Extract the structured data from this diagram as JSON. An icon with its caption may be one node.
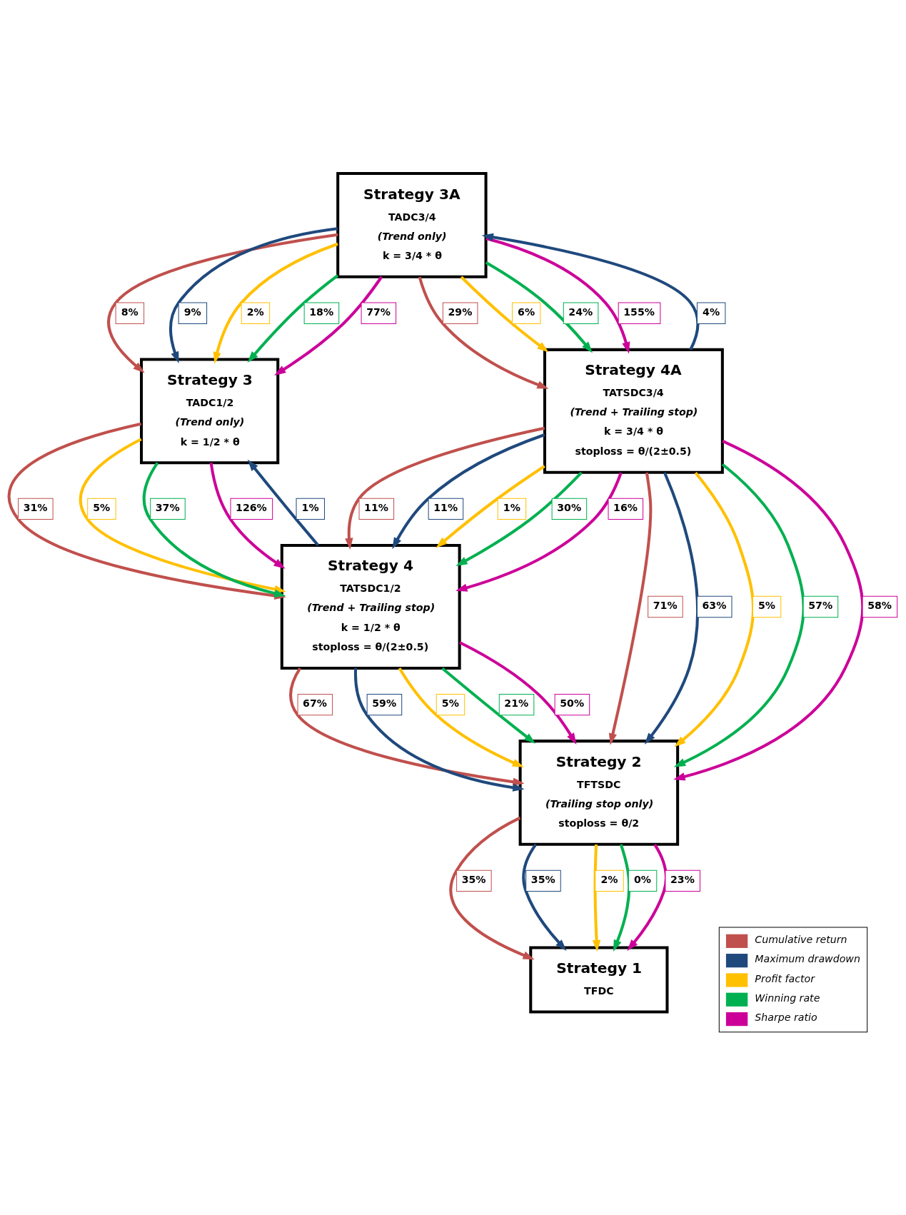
{
  "diagram": {
    "nodes": [
      {
        "text": [
          "Strategy 3A",
          "TADC3/4",
          "(Trend only)",
          "k = 3/4 * θ"
        ]
      },
      {
        "text": [
          "Strategy 3",
          "TADC1/2",
          "(Trend only)",
          "k = 1/2 * θ"
        ]
      },
      {
        "text": [
          "Strategy 4A",
          "TATSDC3/4",
          "(Trend + Trailing stop)",
          "k = 3/4 * θ",
          "stoploss = θ/(2±0.5)"
        ]
      },
      {
        "text": [
          "Strategy 4",
          "TATSDC1/2",
          "(Trend + Trailing stop)",
          "k = 1/2 * θ",
          "stoploss = θ/(2±0.5)"
        ]
      },
      {
        "text": [
          "Strategy 2",
          "TFTSDC",
          "(Trailing stop only)",
          "stoploss = θ/2"
        ]
      },
      {
        "text": [
          "Strategy 1",
          "TFDC"
        ]
      }
    ],
    "edges": [
      {
        "from": 0,
        "to": 1,
        "arrow": "to",
        "label": "8%",
        "color": "#c0504d"
      },
      {
        "from": 0,
        "to": 1,
        "arrow": "to",
        "label": "9%",
        "color": "#1f497d"
      },
      {
        "from": 0,
        "to": 1,
        "arrow": "to",
        "label": "2%",
        "color": "#ffc000"
      },
      {
        "from": 0,
        "to": 1,
        "arrow": "to",
        "label": "18%",
        "color": "#00b050"
      },
      {
        "from": 0,
        "to": 1,
        "arrow": "to",
        "label": "77%",
        "color": "#cc0099"
      },
      {
        "from": 0,
        "to": 2,
        "arrow": "to",
        "label": "29%",
        "color": "#c0504d"
      },
      {
        "from": 2,
        "to": 0,
        "arrow": "to",
        "label": "4%",
        "color": "#1f497d"
      },
      {
        "from": 0,
        "to": 2,
        "arrow": "to",
        "label": "6%",
        "color": "#ffc000"
      },
      {
        "from": 0,
        "to": 2,
        "arrow": "to",
        "label": "24%",
        "color": "#00b050"
      },
      {
        "from": 0,
        "to": 2,
        "arrow": "to",
        "label": "155%",
        "color": "#cc0099"
      },
      {
        "from": 1,
        "to": 3,
        "arrow": "to",
        "label": "31%",
        "color": "#c0504d"
      },
      {
        "from": 3,
        "to": 1,
        "arrow": "to",
        "label": "1%",
        "color": "#1f497d"
      },
      {
        "from": 1,
        "to": 3,
        "arrow": "to",
        "label": "5%",
        "color": "#ffc000"
      },
      {
        "from": 1,
        "to": 3,
        "arrow": "to",
        "label": "37%",
        "color": "#00b050"
      },
      {
        "from": 1,
        "to": 3,
        "arrow": "to",
        "label": "126%",
        "color": "#cc0099"
      },
      {
        "from": 2,
        "to": 3,
        "arrow": "to",
        "label": "11%",
        "color": "#c0504d"
      },
      {
        "from": 2,
        "to": 3,
        "arrow": "to",
        "label": "11%",
        "color": "#1f497d"
      },
      {
        "from": 2,
        "to": 3,
        "arrow": "to",
        "label": "1%",
        "color": "#ffc000"
      },
      {
        "from": 2,
        "to": 3,
        "arrow": "to",
        "label": "30%",
        "color": "#00b050"
      },
      {
        "from": 2,
        "to": 3,
        "arrow": "to",
        "label": "16%",
        "color": "#cc0099"
      },
      {
        "from": 2,
        "to": 4,
        "arrow": "to",
        "label": "71%",
        "color": "#c0504d"
      },
      {
        "from": 2,
        "to": 4,
        "arrow": "to",
        "label": "63%",
        "color": "#1f497d"
      },
      {
        "from": 2,
        "to": 4,
        "arrow": "to",
        "label": "5%",
        "color": "#ffc000"
      },
      {
        "from": 2,
        "to": 4,
        "arrow": "to",
        "label": "57%",
        "color": "#00b050"
      },
      {
        "from": 2,
        "to": 4,
        "arrow": "to",
        "label": "58%",
        "color": "#cc0099"
      },
      {
        "from": 3,
        "to": 4,
        "arrow": "to",
        "label": "67%",
        "color": "#c0504d"
      },
      {
        "from": 3,
        "to": 4,
        "arrow": "to",
        "label": "59%",
        "color": "#1f497d"
      },
      {
        "from": 3,
        "to": 4,
        "arrow": "to",
        "label": "5%",
        "color": "#ffc000"
      },
      {
        "from": 3,
        "to": 4,
        "arrow": "to",
        "label": "21%",
        "color": "#00b050"
      },
      {
        "from": 3,
        "to": 4,
        "arrow": "to",
        "label": "50%",
        "color": "#cc0099"
      },
      {
        "from": 4,
        "to": 5,
        "arrow": "to",
        "label": "35%",
        "color": "#c0504d"
      },
      {
        "from": 4,
        "to": 5,
        "arrow": "to",
        "label": "35%",
        "color": "#1f497d"
      },
      {
        "from": 4,
        "to": 5,
        "arrow": "to",
        "label": "2%",
        "color": "#ffc000"
      },
      {
        "from": 4,
        "to": 5,
        "arrow": "to",
        "label": "0%",
        "color": "#00b050"
      },
      {
        "from": 4,
        "to": 5,
        "arrow": "to",
        "label": "23%",
        "color": "#cc0099"
      }
    ],
    "legend": [
      {
        "text": "Cumulative return",
        "color": "#c0504d"
      },
      {
        "text": "Maximum drawdown",
        "color": "#1f497d"
      },
      {
        "text": "Profit factor",
        "color": "#ffc000"
      },
      {
        "text": "Winning rate",
        "color": "#00b050"
      },
      {
        "text": "Sharpe ratio",
        "color": "#cc0099"
      }
    ]
  }
}
